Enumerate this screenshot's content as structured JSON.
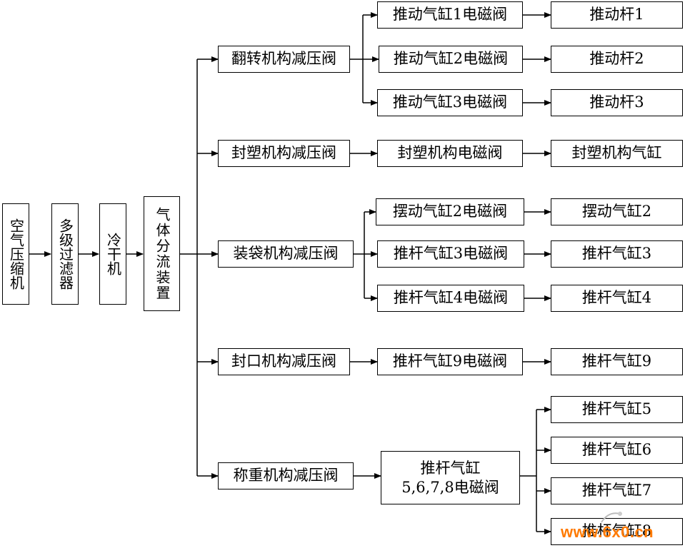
{
  "pipeline": {
    "compressor": "空气压缩机",
    "filter": "多级过滤器",
    "dryer": "冷干机",
    "splitter": "气体分流装置"
  },
  "branches": {
    "flip": {
      "reducer": "翻转机构减压阀",
      "valves": [
        "推动气缸1电磁阀",
        "推动气缸2电磁阀",
        "推动气缸3电磁阀"
      ],
      "actuators": [
        "推动杆1",
        "推动杆2",
        "推动杆3"
      ]
    },
    "seal_plastic": {
      "reducer": "封塑机构减压阀",
      "valve": "封塑机构电磁阀",
      "actuator": "封塑机构气缸"
    },
    "bagging": {
      "reducer": "装袋机构减压阀",
      "valves": [
        "摆动气缸2电磁阀",
        "推杆气缸3电磁阀",
        "推杆气缸4电磁阀"
      ],
      "actuators": [
        "摆动气缸2",
        "推杆气缸3",
        "推杆气缸4"
      ]
    },
    "seal_mouth": {
      "reducer": "封口机构减压阀",
      "valve": "推杆气缸9电磁阀",
      "actuator": "推杆气缸9"
    },
    "weighing": {
      "reducer": "称重机构减压阀",
      "valve_line1": "推杆气缸",
      "valve_line2": "5,6,7,8电磁阀",
      "actuators": [
        "推杆气缸5",
        "推杆气缸6",
        "推杆气缸7",
        "推杆气缸8"
      ]
    }
  },
  "watermark": "www.6x0.cn",
  "colors": {
    "line": "#000000",
    "box_border": "#000000",
    "watermark": "#ff7a00"
  }
}
